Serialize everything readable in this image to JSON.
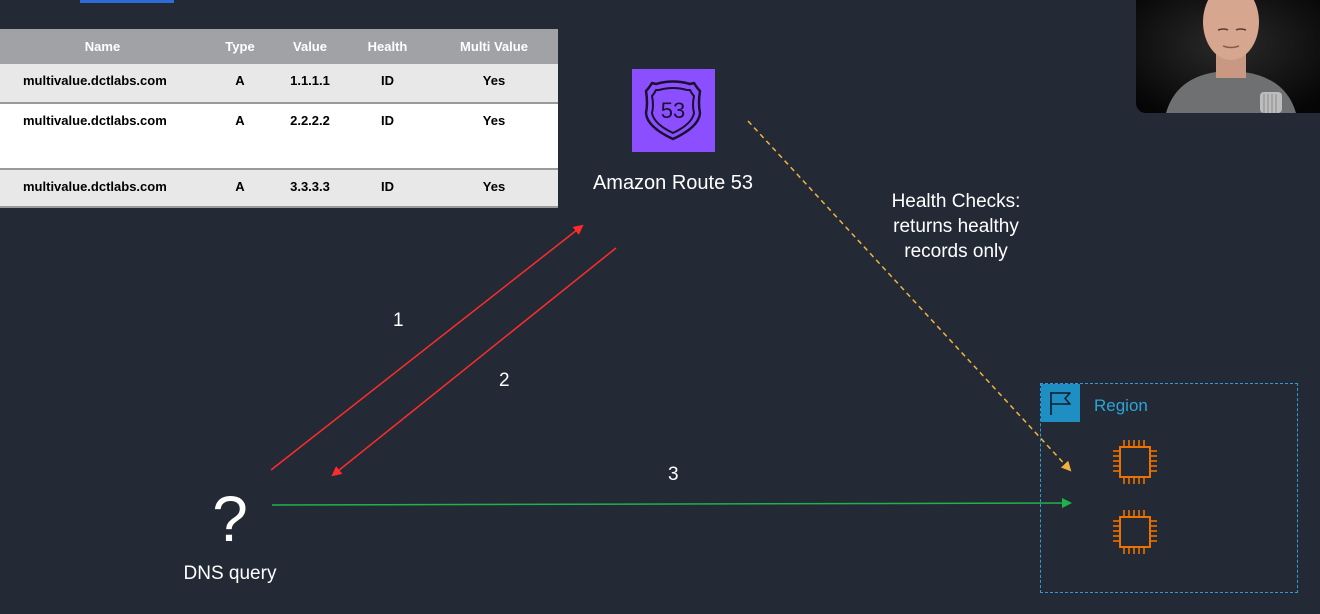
{
  "table": {
    "headers": [
      "Name",
      "Type",
      "Value",
      "Health",
      "Multi Value"
    ],
    "rows": [
      [
        "multivalue.dctlabs.com",
        "A",
        "1.1.1.1",
        "ID",
        "Yes"
      ],
      [
        "multivalue.dctlabs.com",
        "A",
        "2.2.2.2",
        "ID",
        "Yes"
      ],
      [
        "multivalue.dctlabs.com",
        "A",
        "3.3.3.3",
        "ID",
        "Yes"
      ]
    ]
  },
  "route53": {
    "label": "Amazon Route 53",
    "badge_number": "53",
    "color": "#8c4fff",
    "icon": "route53-shield-icon"
  },
  "health_checks": {
    "line1": "Health Checks:",
    "line2": "returns healthy",
    "line3": "records only"
  },
  "steps": {
    "step1": "1",
    "step2": "2",
    "step3": "3"
  },
  "dns": {
    "symbol": "?",
    "label": "DNS query"
  },
  "region": {
    "label": "Region",
    "color": "#2a9ed1",
    "icon": "flag-icon",
    "instance_icon": "ec2-chip-icon",
    "instance_color": "#ed7100"
  },
  "arrow_colors": {
    "request": "#ff2b2b",
    "response": "#ff2b2b",
    "connect": "#1fb24a",
    "health_check": "#f2b33d"
  }
}
